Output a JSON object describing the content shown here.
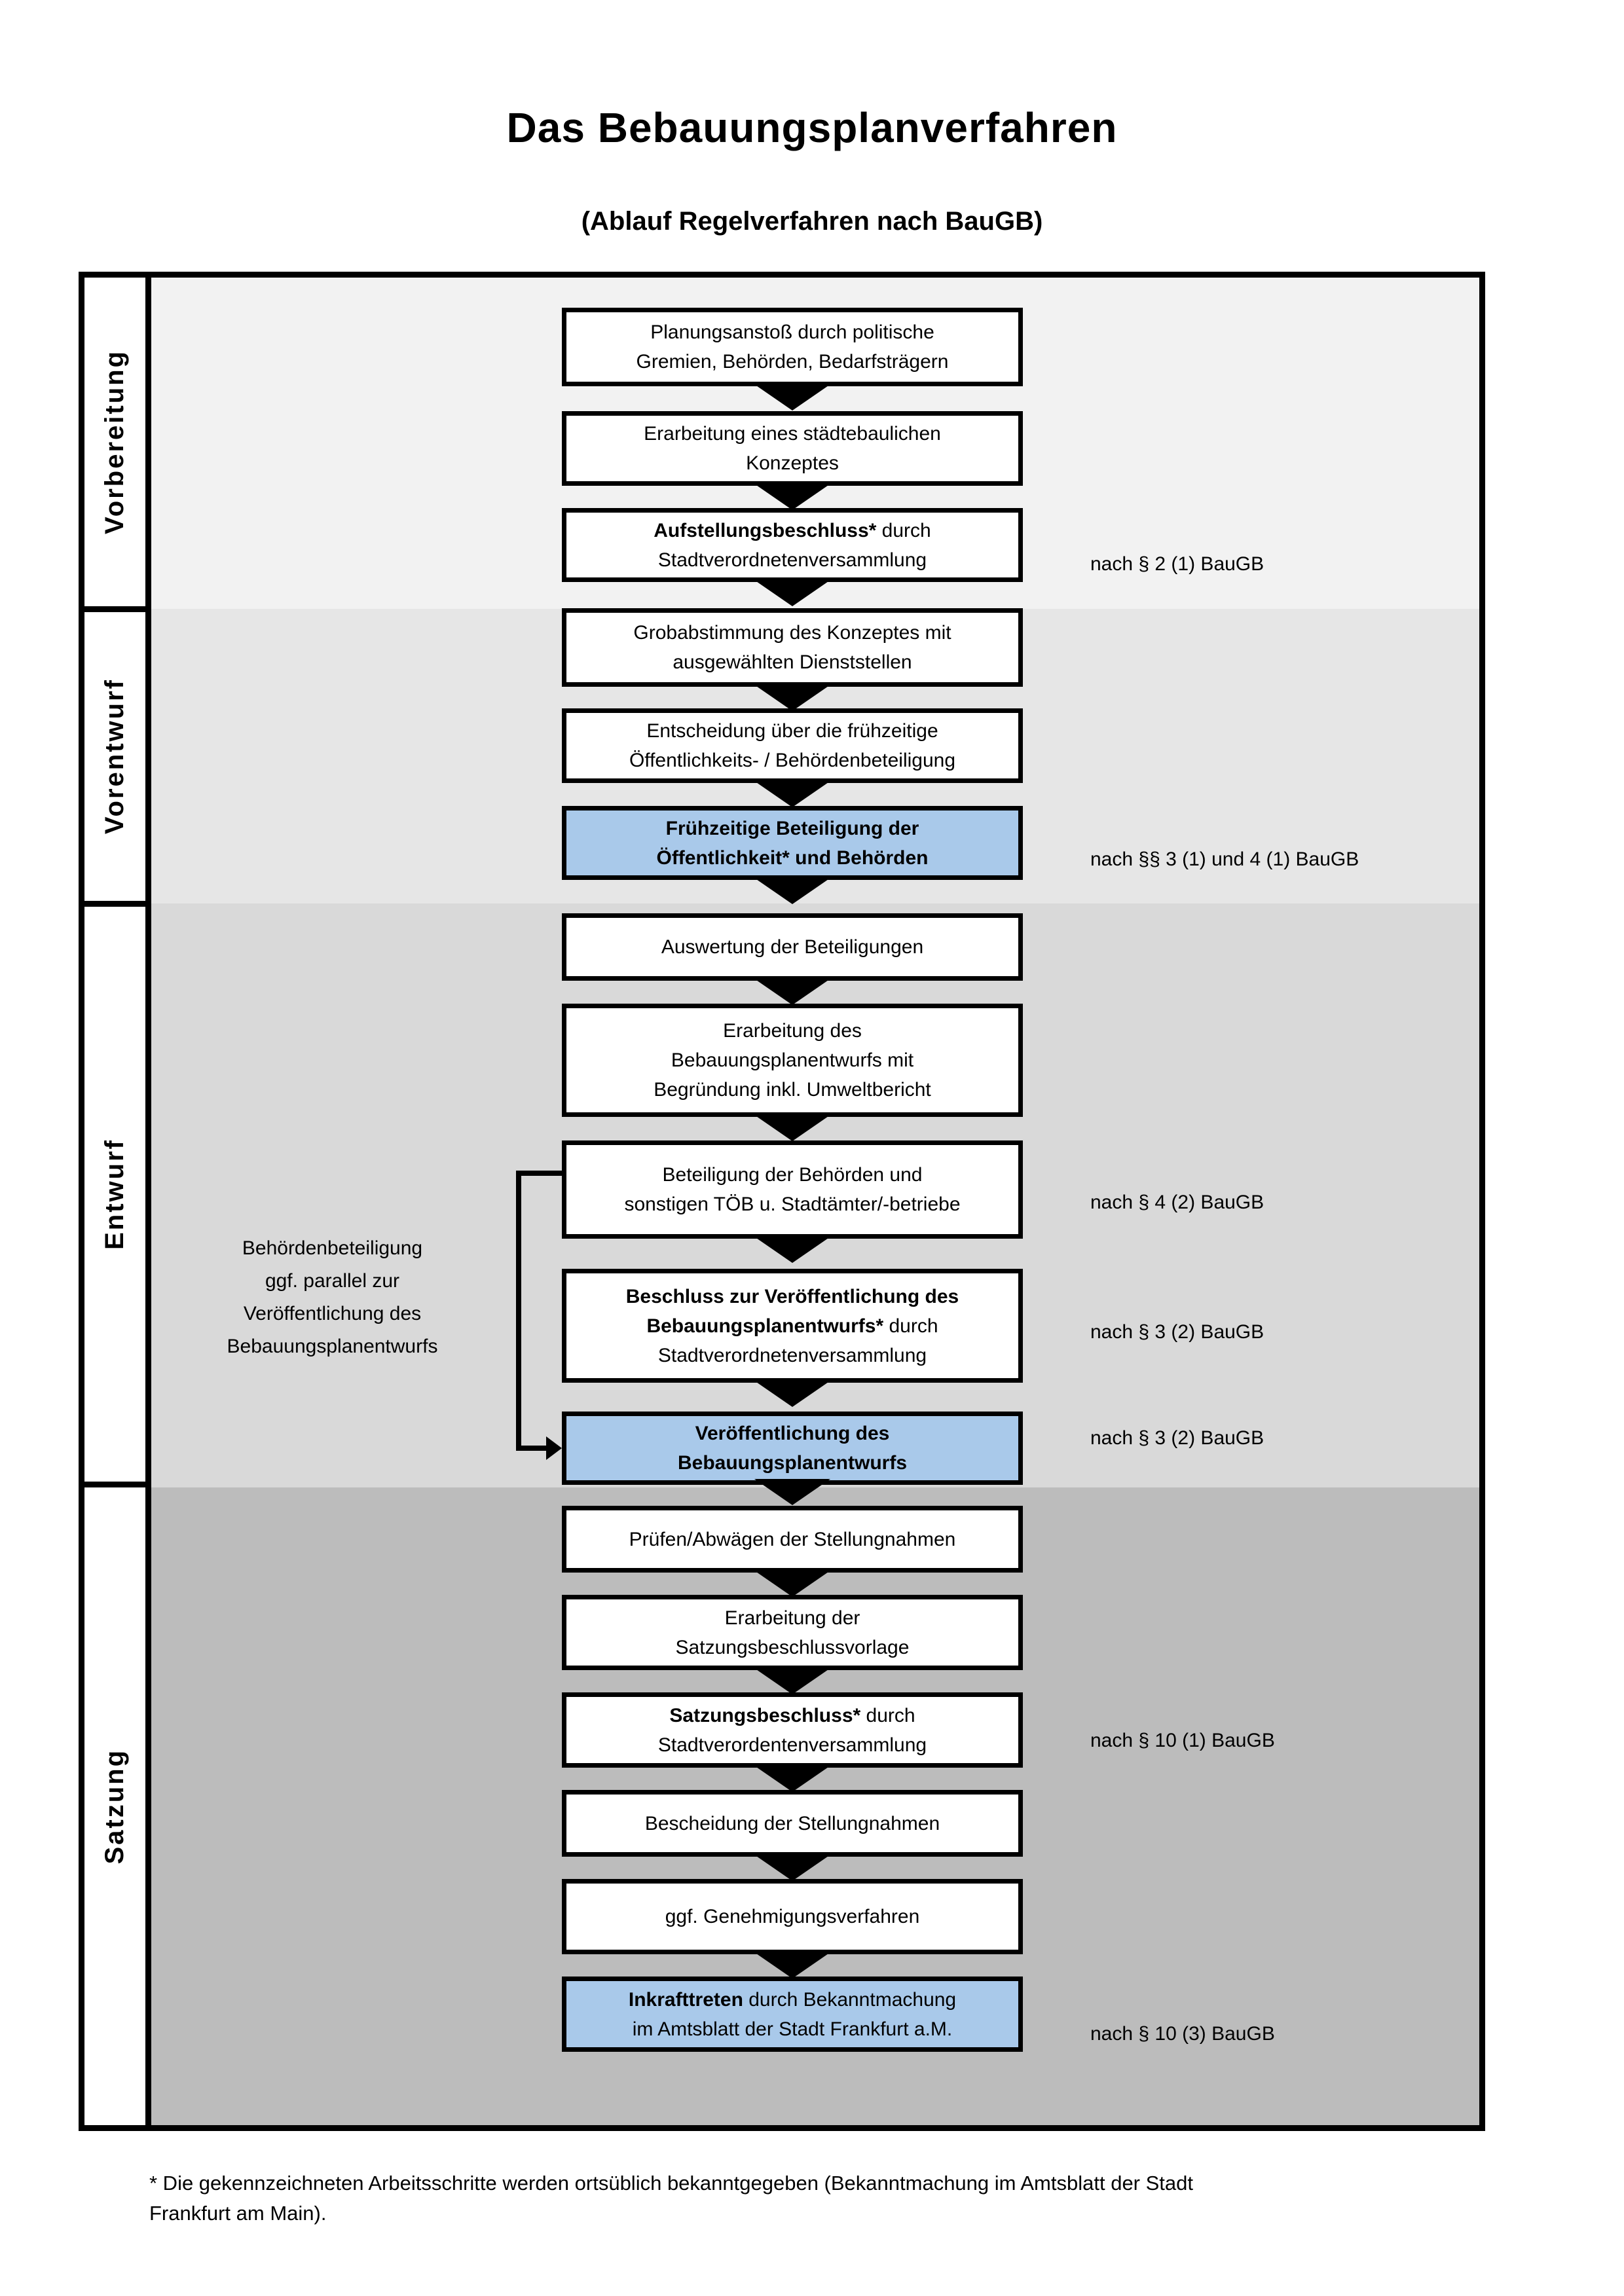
{
  "title": "Das Bebauungsplanverfahren",
  "subtitle": "(Ablauf Regelverfahren nach BauGB)",
  "colors": {
    "highlight_blue": "#a9c9ea",
    "band_vorbereitung": "#f2f2f2",
    "band_vorentwurf": "#e6e6e6",
    "band_entwurf": "#d9d9d9",
    "band_satzung": "#bcbcbc"
  },
  "phases": [
    {
      "label": "Vorbereitung"
    },
    {
      "label": "Vorentwurf"
    },
    {
      "label": "Entwurf"
    },
    {
      "label": "Satzung"
    }
  ],
  "steps": {
    "s1": {
      "bold": "",
      "rest": "Planungsanstoß durch politische\nGremien, Behörden, Bedarfsträgern"
    },
    "s2": {
      "bold": "",
      "rest": "Erarbeitung eines städtebaulichen\nKonzeptes"
    },
    "s3": {
      "bold": "Aufstellungsbeschluss*",
      "rest": " durch\nStadtverordnetenversammlung"
    },
    "s4": {
      "bold": "",
      "rest": "Grobabstimmung des Konzeptes mit\nausgewählten Dienststellen"
    },
    "s5": {
      "bold": "",
      "rest": "Entscheidung über die frühzeitige\nÖffentlichkeits- / Behördenbeteiligung"
    },
    "s6": {
      "bold": "Frühzeitige Beteiligung der\nÖffentlichkeit* und Behörden",
      "rest": ""
    },
    "s7": {
      "bold": "",
      "rest": "Auswertung der Beteiligungen"
    },
    "s8": {
      "bold": "",
      "rest": "Erarbeitung des\nBebauungsplanentwurfs mit\nBegründung inkl. Umweltbericht"
    },
    "s9": {
      "bold": "",
      "rest": "Beteiligung der Behörden und\nsonstigen TÖB u. Stadtämter/-betriebe"
    },
    "s10": {
      "bold": "Beschluss zur Veröffentlichung des\nBebauungsplanentwurfs*",
      "rest": " durch\nStadtverordnetenversammlung"
    },
    "s11": {
      "bold": "Veröffentlichung des\nBebauungsplanentwurfs",
      "rest": ""
    },
    "s12": {
      "bold": "",
      "rest": "Prüfen/Abwägen der Stellungnahmen"
    },
    "s13": {
      "bold": "",
      "rest": "Erarbeitung der\nSatzungsbeschlussvorlage"
    },
    "s14": {
      "bold": "Satzungsbeschluss*",
      "rest": " durch\nStadtverordentenversammlung"
    },
    "s15": {
      "bold": "",
      "rest": "Bescheidung der Stellungnahmen"
    },
    "s16": {
      "bold": "",
      "rest": "ggf. Genehmigungsverfahren"
    },
    "s17": {
      "bold": "Inkrafttreten",
      "rest": " durch Bekanntmachung\nim Amtsblatt der Stadt Frankfurt a.M."
    }
  },
  "notes": {
    "n1": "nach § 2 (1) BauGB",
    "n2": "nach §§ 3 (1) und 4 (1) BauGB",
    "n3": "nach § 4 (2) BauGB",
    "n4": "nach § 3 (2) BauGB",
    "n5": "nach § 3 (2) BauGB",
    "n6": "nach § 10 (1) BauGB",
    "n7": "nach § 10 (3) BauGB"
  },
  "side_note": "Behördenbeteiligung\nggf. parallel zur\nVeröffentlichung des\nBebauungsplanentwurfs",
  "footnote": "* Die gekennzeichneten Arbeitsschritte werden ortsüblich bekanntgegeben (Bekanntmachung im Amtsblatt  der Stadt\nFrankfurt am Main)."
}
